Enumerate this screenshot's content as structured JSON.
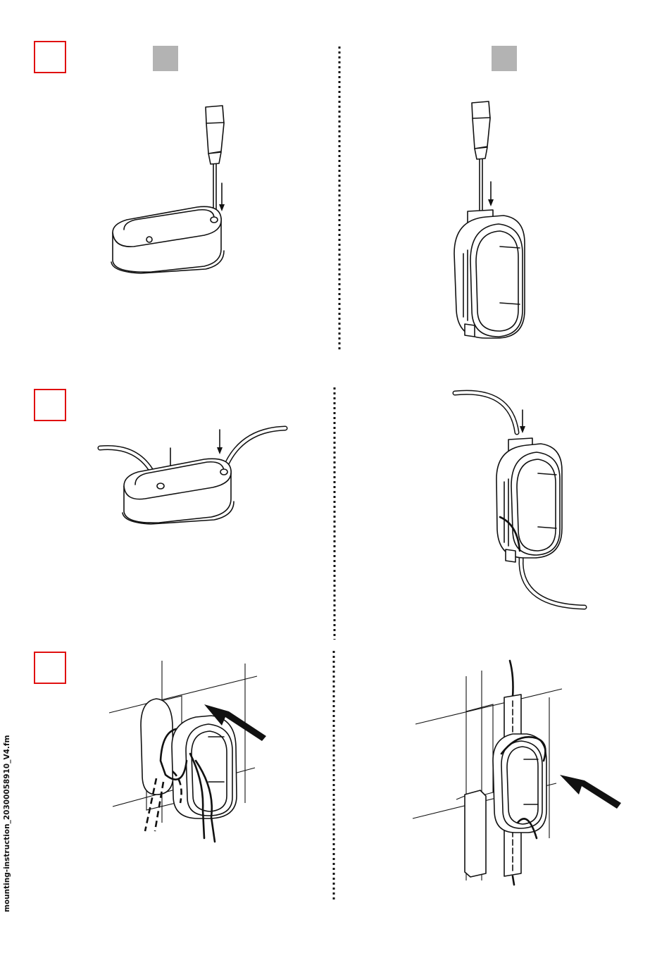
{
  "footer": {
    "file_name": "mounting-instruction_20300058910_V4.fm"
  },
  "steps": [
    {
      "id": 1,
      "marker_color": "#e01010",
      "variants": [
        "horizontal",
        "vertical"
      ]
    },
    {
      "id": 2,
      "marker_color": "#e01010",
      "variants": [
        "horizontal",
        "vertical"
      ]
    },
    {
      "id": 3,
      "marker_color": "#e01010",
      "variants": [
        "horizontal",
        "vertical"
      ]
    }
  ],
  "variant_marker_color": "#b3b3b3",
  "icons": [
    "screwdriver-icon",
    "junction-box-icon",
    "cable-icon",
    "arrow-icon",
    "wall-icon"
  ]
}
